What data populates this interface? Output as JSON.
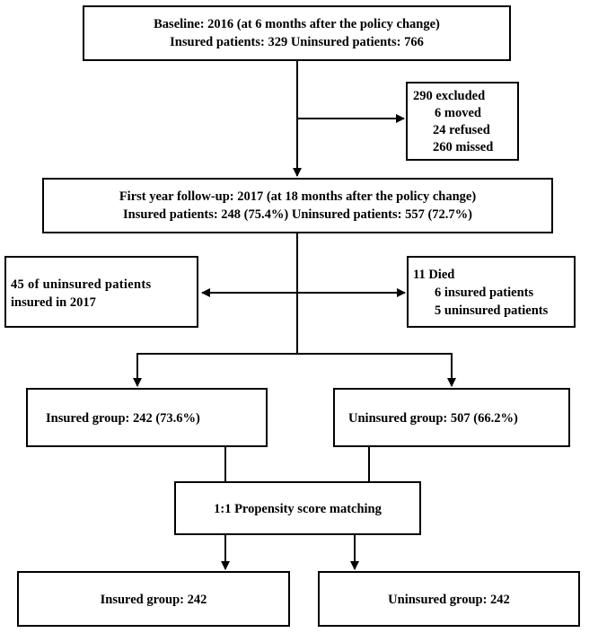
{
  "baseline": {
    "line1": "Baseline: 2016  (at 6 months after the policy change)",
    "line2": "Insured patients: 329 Uninsured patients: 766"
  },
  "excluded": {
    "title": "290 excluded",
    "items": [
      "6 moved",
      "24 refused",
      "260 missed"
    ]
  },
  "followup": {
    "line1": "First year follow-up: 2017 (at 18 months after the policy change)",
    "line2": "Insured patients: 248 (75.4%)  Uninsured patients: 557 (72.7%)"
  },
  "switched": {
    "line1": "45 of uninsured patients",
    "line2": "insured in 2017"
  },
  "died": {
    "title": "11 Died",
    "items": [
      "6 insured patients",
      "5 uninsured patients"
    ]
  },
  "groups": {
    "insured": "Insured group: 242 (73.6%)",
    "uninsured": "Uninsured group: 507 (66.2%)"
  },
  "matching": {
    "label": "1:1 Propensity score matching"
  },
  "matched": {
    "insured": "Insured group: 242",
    "uninsured": "Uninsured group: 242"
  }
}
